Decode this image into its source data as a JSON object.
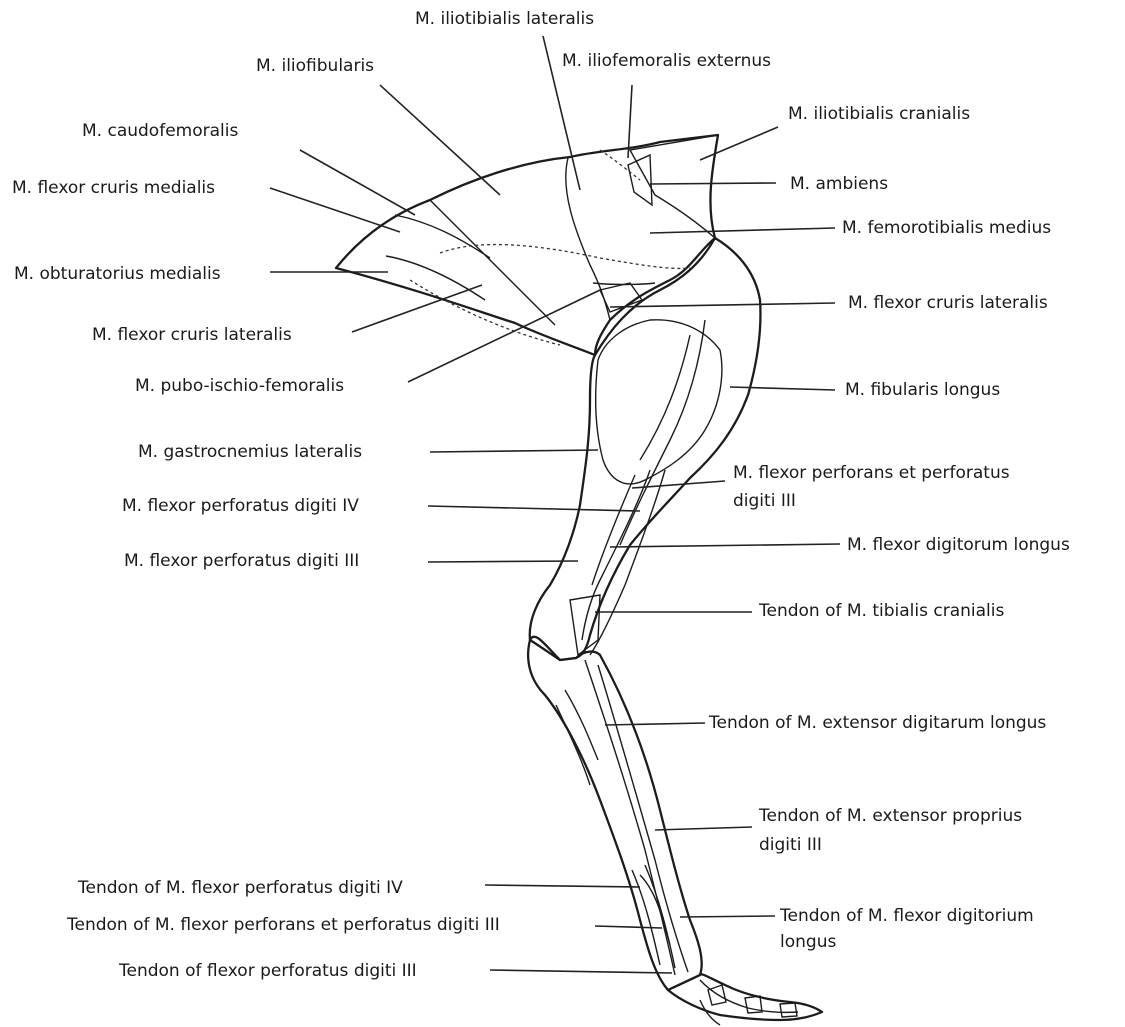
{
  "labels": {
    "iliotibialis_lateralis": "M. iliotibialis lateralis",
    "iliofibularis": "M. iliofibularis",
    "iliofemoralis_externus": "M. iliofemoralis externus",
    "caudofemoralis": "M. caudofemoralis",
    "iliotibialis_cranialis": "M. iliotibialis cranialis",
    "flexor_cruris_medialis": "M. flexor cruris medialis",
    "ambiens": "M. ambiens",
    "femorotibialis_medius": "M. femorotibialis medius",
    "obturatorius_medialis": "M. obturatorius medialis",
    "flexor_cruris_lateralis_right": "M. flexor cruris lateralis",
    "flexor_cruris_lateralis_left": "M. flexor cruris lateralis",
    "pubo_ischio_femoralis": "M. pubo-ischio-femoralis",
    "fibularis_longus": "M. fibularis longus",
    "gastrocnemius_lateralis": "M. gastrocnemius lateralis",
    "flexor_perforans_line1": "M. flexor perforans et perforatus",
    "flexor_perforans_line2": "digiti III",
    "flexor_perforatus_iv": "M. flexor perforatus digiti IV",
    "flexor_digitorum_longus": "M. flexor digitorum longus",
    "flexor_perforatus_iii": "M. flexor perforatus digiti III",
    "tendon_tibialis_cranialis": "Tendon of M. tibialis cranialis",
    "tendon_extensor_digitarum": "Tendon of M. extensor digitarum longus",
    "tendon_extensor_proprius_line1": "Tendon of M. extensor proprius",
    "tendon_extensor_proprius_line2": "digiti III",
    "tendon_flexor_perforatus_iv": "Tendon of M. flexor perforatus digiti IV",
    "tendon_flexor_digitorium_line1": "Tendon of M. flexor digitorium",
    "tendon_flexor_digitorium_line2": "longus",
    "tendon_flexor_perforans_iii": "Tendon of M. flexor perforans et perforatus digiti III",
    "tendon_flexor_perforatus_iii": "Tendon of flexor perforatus digiti III"
  }
}
